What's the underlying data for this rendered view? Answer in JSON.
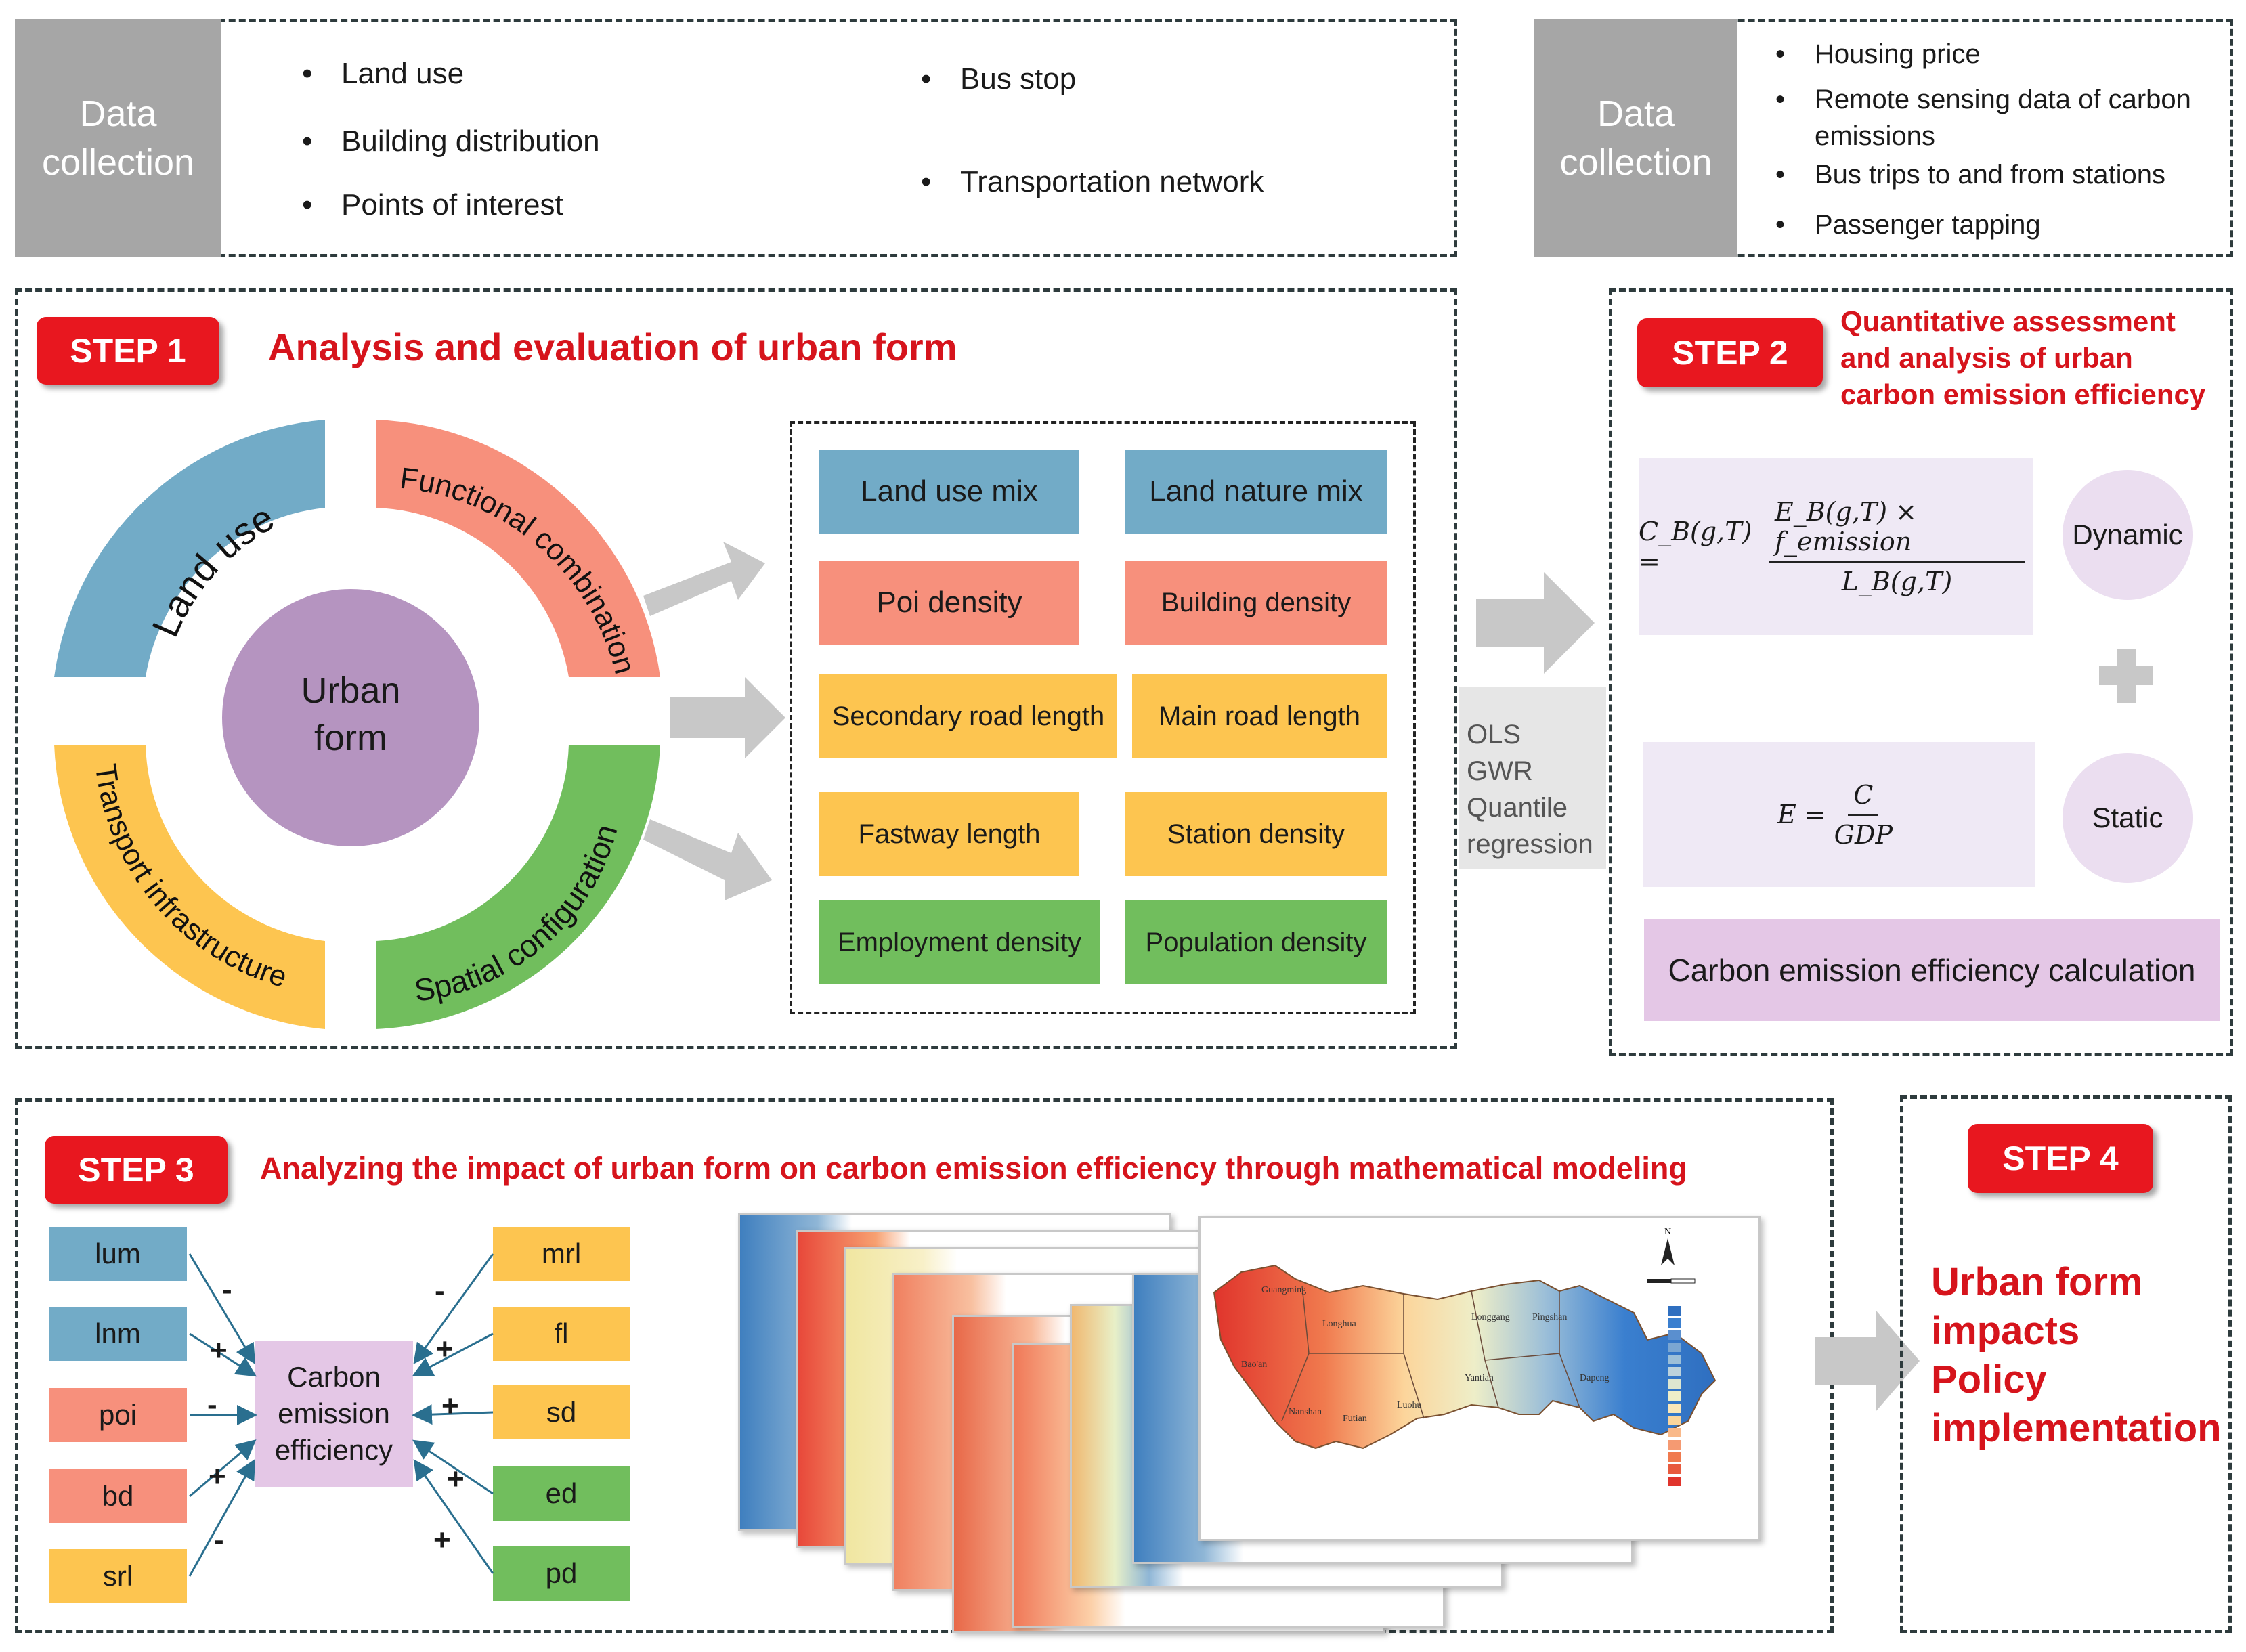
{
  "data_collection_left": {
    "label": "Data collection",
    "items_col1": [
      "Land use",
      "Building distribution",
      "Points of interest"
    ],
    "items_col2": [
      "Bus stop",
      "Transportation network"
    ]
  },
  "data_collection_right": {
    "label": "Data collection",
    "items": [
      "Housing price",
      "Remote sensing data of carbon emissions",
      "Bus trips to and from stations",
      "Passenger tapping"
    ]
  },
  "step1": {
    "badge": "STEP 1",
    "title": "Analysis and evaluation of urban form",
    "center": "Urban form",
    "ring": [
      "Land use",
      "Functional combination",
      "Transport infrastructure",
      "Spatial configuration"
    ],
    "metrics": [
      {
        "label": "Land use mix",
        "color": "#72abc7"
      },
      {
        "label": "Land nature mix",
        "color": "#72abc7"
      },
      {
        "label": "Poi density",
        "color": "#f7907c"
      },
      {
        "label": "Building density",
        "color": "#f7907c"
      },
      {
        "label": "Secondary road length",
        "color": "#fdc550"
      },
      {
        "label": "Main road length",
        "color": "#fdc550"
      },
      {
        "label": "Fastway length",
        "color": "#fdc550"
      },
      {
        "label": "Station density",
        "color": "#fdc550"
      },
      {
        "label": "Employment density",
        "color": "#71be5d"
      },
      {
        "label": "Population density",
        "color": "#71be5d"
      }
    ]
  },
  "methods": [
    "OLS",
    "GWR",
    "Quantile",
    "regression"
  ],
  "step2": {
    "badge": "STEP 2",
    "title": "Quantitative assessment and analysis of urban carbon emission efficiency",
    "dynamic": "Dynamic",
    "static": "Static",
    "calc": "Carbon emission efficiency calculation",
    "formula1": {
      "lhs": "C_B(g,T) =",
      "num": "E_B(g,T) × f_emission",
      "den": "L_B(g,T)"
    },
    "formula2": {
      "lhs": "E =",
      "num": "C",
      "den": "GDP"
    }
  },
  "step3": {
    "badge": "STEP 3",
    "title": "Analyzing the impact of urban form on carbon emission efficiency through mathematical modeling",
    "center": "Carbon emission efficiency",
    "left_vars": [
      {
        "label": "lum",
        "sign": "-",
        "color": "#72abc7"
      },
      {
        "label": "lnm",
        "sign": "+",
        "color": "#72abc7"
      },
      {
        "label": "poi",
        "sign": "-",
        "color": "#f7907c"
      },
      {
        "label": "bd",
        "sign": "+",
        "color": "#f7907c"
      },
      {
        "label": "srl",
        "sign": "-",
        "color": "#fdc550"
      }
    ],
    "right_vars": [
      {
        "label": "mrl",
        "sign": "-",
        "color": "#fdc550"
      },
      {
        "label": "fl",
        "sign": "+",
        "color": "#fdc550"
      },
      {
        "label": "sd",
        "sign": "+",
        "color": "#fdc550"
      },
      {
        "label": "ed",
        "sign": "+",
        "color": "#71be5d"
      },
      {
        "label": "pd",
        "sign": "+",
        "color": "#71be5d"
      }
    ],
    "map_labels": [
      "Guangming",
      "Longhua",
      "Longgang",
      "Pingshan",
      "Bao'an",
      "Nanshan",
      "Futian",
      "Luohu",
      "Yantian",
      "Dapeng"
    ]
  },
  "step4": {
    "badge": "STEP 4",
    "text": [
      "Urban form",
      "impacts",
      "Policy",
      "implementation"
    ]
  }
}
